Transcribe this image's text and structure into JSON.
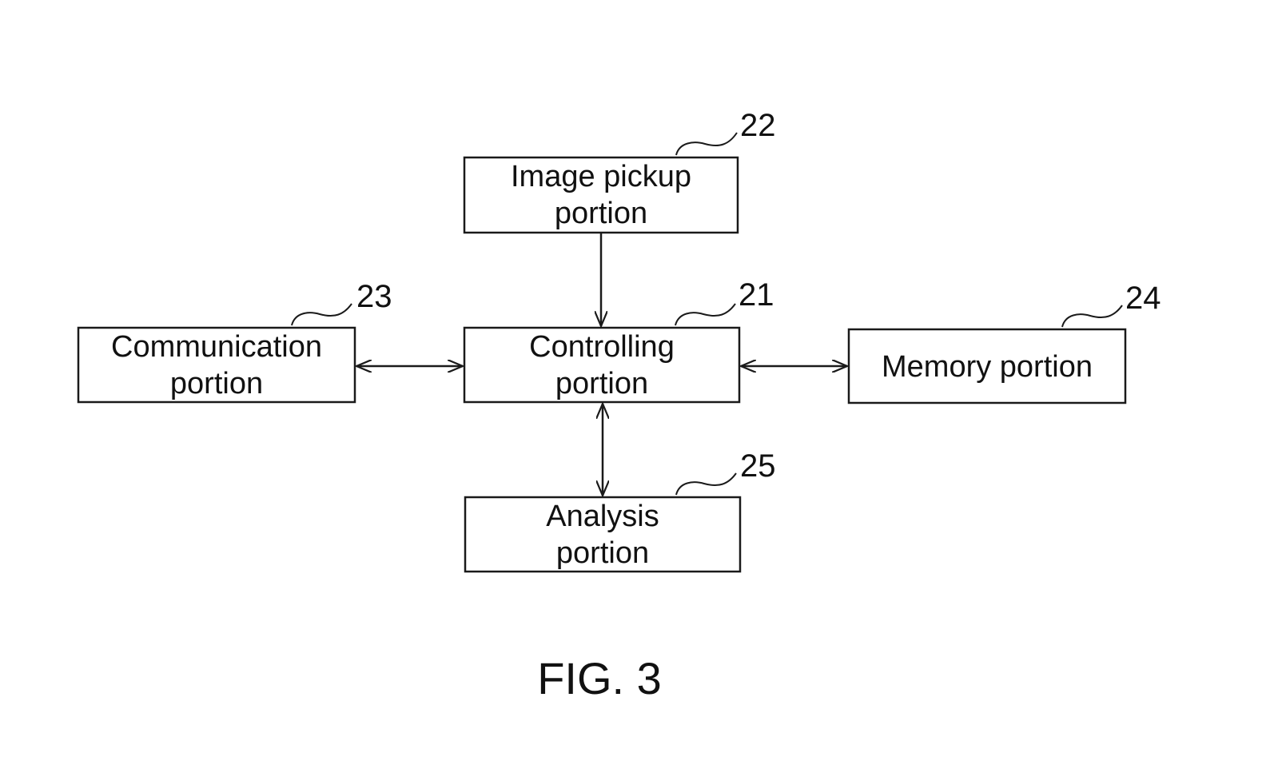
{
  "blocks": {
    "image_pickup": {
      "line1": "Image pickup",
      "line2": "portion",
      "ref": "22"
    },
    "communication": {
      "line1": "Communication",
      "line2": "portion",
      "ref": "23"
    },
    "controlling": {
      "line1": "Controlling",
      "line2": "portion",
      "ref": "21"
    },
    "memory": {
      "line1": "Memory portion",
      "ref": "24"
    },
    "analysis": {
      "line1": "Analysis",
      "line2": "portion",
      "ref": "25"
    }
  },
  "figure_label": "FIG. 3"
}
